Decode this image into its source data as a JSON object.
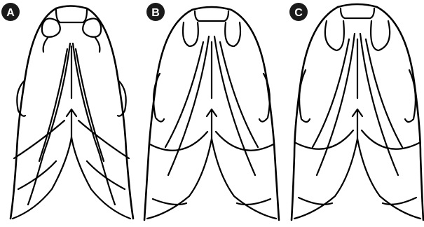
{
  "panels": [
    {
      "id": "A",
      "badge": "A",
      "variant": "narrow"
    },
    {
      "id": "B",
      "badge": "B",
      "variant": "wide"
    },
    {
      "id": "C",
      "badge": "C",
      "variant": "wide"
    }
  ],
  "colors": {
    "line": "#000000",
    "badge_fill": "#1a1a1a",
    "badge_text": "#ffffff",
    "background": "#ffffff"
  }
}
